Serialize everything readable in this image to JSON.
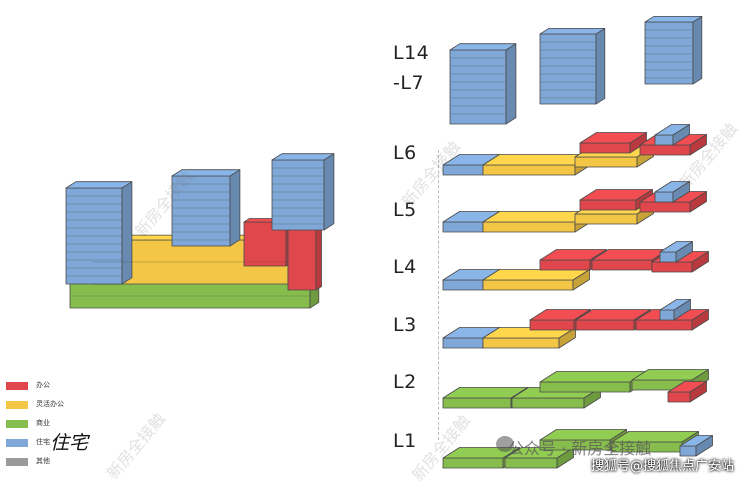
{
  "colors": {
    "office": "#e0474c",
    "flex_office": "#f3c646",
    "commercial": "#86bd4d",
    "residential": "#7fa8d8",
    "other": "#9a9a9a",
    "outline": "#4a4a4a"
  },
  "levels": [
    "L14\n-L7",
    "L6",
    "L5",
    "L4",
    "L3",
    "L2",
    "L1"
  ],
  "level_labels": {
    "l14": "L14",
    "l7": "-L7",
    "l6": "L6",
    "l5": "L5",
    "l4": "L4",
    "l3": "L3",
    "l2": "L2",
    "l1": "L1"
  },
  "legend": [
    {
      "label": "办公",
      "color": "office"
    },
    {
      "label": "灵活办公",
      "color": "flex_office"
    },
    {
      "label": "商业",
      "color": "commercial"
    },
    {
      "label": "住宅",
      "color": "residential"
    },
    {
      "label": "其他",
      "color": "other"
    }
  ],
  "residential_tag": "住宅",
  "watermark_text": "新房全接触",
  "footer_watermark": "公众号 · 新房全接触",
  "credit": "搜狐号@搜狐焦点广安站"
}
